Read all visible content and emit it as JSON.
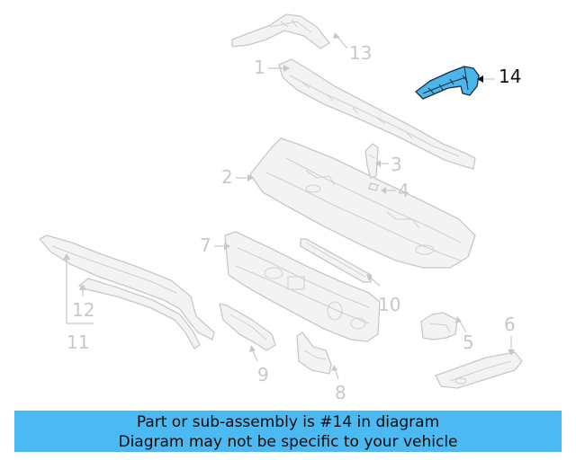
{
  "diagram": {
    "callouts": {
      "c1": "1",
      "c2": "2",
      "c3": "3",
      "c4": "4",
      "c5": "5",
      "c6": "6",
      "c7": "7",
      "c8": "8",
      "c9": "9",
      "c10": "10",
      "c11": "11",
      "c12": "12",
      "c13": "13",
      "c14": "14"
    },
    "highlighted_part": "14",
    "highlight_color": "#4bb6ea"
  },
  "banner": {
    "line1": "Part or sub-assembly is #14 in diagram",
    "line2": "Diagram may not be specific to your vehicle",
    "background": "#4bbaf2"
  }
}
